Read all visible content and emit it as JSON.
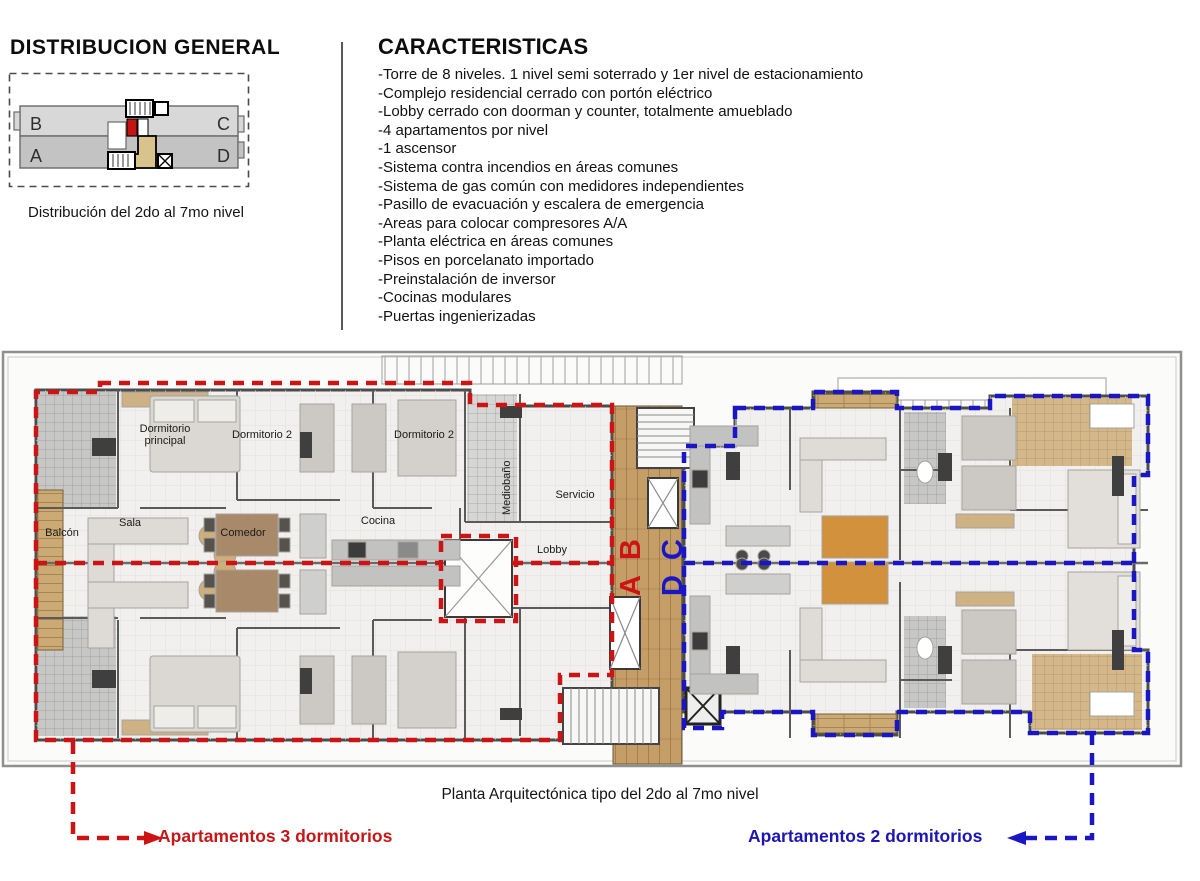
{
  "header": {
    "left": {
      "title": "DISTRIBUCION GENERAL",
      "caption": "Distribución del 2do al 7mo nivel",
      "quadrants": {
        "top_left": "B",
        "top_right": "C",
        "bottom_left": "A",
        "bottom_right": "D"
      }
    },
    "right": {
      "title": "CARACTERISTICAS",
      "items": [
        "-Torre de 8 niveles. 1 nivel semi soterrado y 1er nivel de estacionamiento",
        "-Complejo residencial cerrado con portón eléctrico",
        "-Lobby cerrado con doorman y counter, totalmente amueblado",
        "-4 apartamentos por nivel",
        "-1 ascensor",
        "-Sistema contra incendios en áreas comunes",
        "-Sistema de gas común con medidores independientes",
        "-Pasillo de evacuación y escalera de emergencia",
        "-Areas para colocar compresores A/A",
        "-Planta eléctrica en áreas comunes",
        "-Pisos en porcelanato importado",
        "-Preinstalación de inversor",
        "-Cocinas modulares",
        "-Puertas ingenierizadas"
      ]
    }
  },
  "plan": {
    "caption": "Planta Arquitectónica tipo del 2do al 7mo nivel",
    "rooms": {
      "dormitorio_principal_line1": "Dormitorio",
      "dormitorio_principal_line2": "principal",
      "dormitorio2_a": "Dormitorio 2",
      "dormitorio2_b": "Dormitorio 2",
      "mediobano": "Mediobaño",
      "servicio": "Servicio",
      "balcon": "Balcón",
      "sala": "Sala",
      "comedor": "Comedor",
      "cocina": "Cocina",
      "lobby": "Lobby"
    },
    "unit_letters": {
      "red_top": "B",
      "red_bottom": "A",
      "blue_top": "C",
      "blue_bottom": "D"
    }
  },
  "legend": {
    "red": "Apartamentos 3 dormitorios",
    "blue": "Apartamentos 2 dormitorios"
  },
  "colors": {
    "red": "#cc1414",
    "blue": "#1a16c4",
    "wood": "#c49e66",
    "wall": "#4c4c4c"
  }
}
